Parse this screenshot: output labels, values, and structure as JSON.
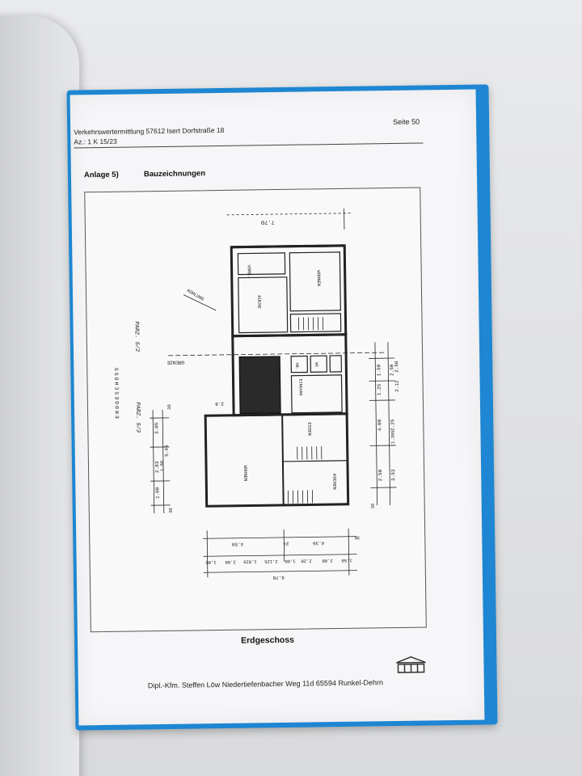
{
  "header": {
    "title": "Verkehrswertermittlung  57612 Isert  Dorfstraße 18",
    "reference": "Az.: 1 K 15/23",
    "page": "Seite  50"
  },
  "section": {
    "label": "Anlage 5)",
    "title": "Bauzeichnungen"
  },
  "plan": {
    "floor_vertical": "ERDGESCHOSS",
    "parcel_top": "PARZ. 5/2",
    "parcel_bottom": "PARZ. 5/3",
    "grenze": "GRENZE",
    "kuhlung": "KÜHLUNG",
    "top_dim": "7.70",
    "rooms": {
      "vorr": "VORR.",
      "kueche": "KÜCHE",
      "wohnen_top": "WOHNEN",
      "ab": "AB.",
      "wc": "WC",
      "eingang": "EINGANG",
      "essen": "ESSEN",
      "wohnen_main": "WOHNEN",
      "kochen": "KOCHEN"
    },
    "left_dims": [
      "5.45",
      "3.05",
      "2.83",
      "1.88",
      "1.00",
      "30",
      "30"
    ],
    "right_dims": [
      "2.50",
      "1.50",
      "1.25",
      "4.00",
      "2.25",
      "1.385",
      "2.50",
      "3.53",
      "30",
      "2.56",
      "2.12"
    ],
    "bottom_dims": [
      "4.50",
      "24",
      "4.36",
      "30",
      "1.00",
      "2.00",
      "1.825",
      "2.125",
      "1.00",
      "2.20",
      "2.00",
      "1.50",
      "9.70"
    ],
    "small_dim": "2.8"
  },
  "caption": "Erdgeschoss",
  "footer": "Dipl.-Kfm. Steffen Löw  Niedertiefenbacher Weg 11d  65594 Runkel-Dehrn"
}
